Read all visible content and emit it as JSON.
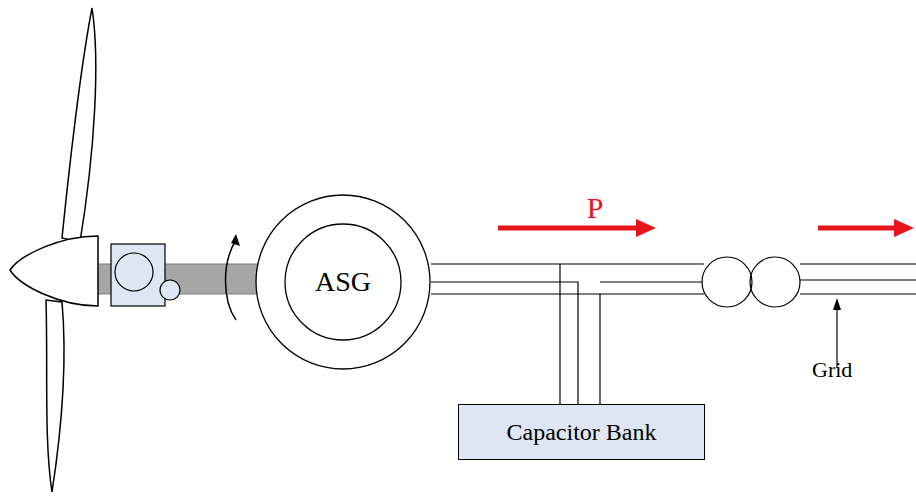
{
  "diagram": {
    "nodes": [
      {
        "text": [
          "ASG"
        ]
      },
      {
        "text": [
          "Capacitor Bank"
        ]
      }
    ],
    "edges": [
      {
        "from": 0,
        "to": 1,
        "arrow": "none"
      }
    ],
    "labels": [
      "P",
      "Grid"
    ]
  }
}
